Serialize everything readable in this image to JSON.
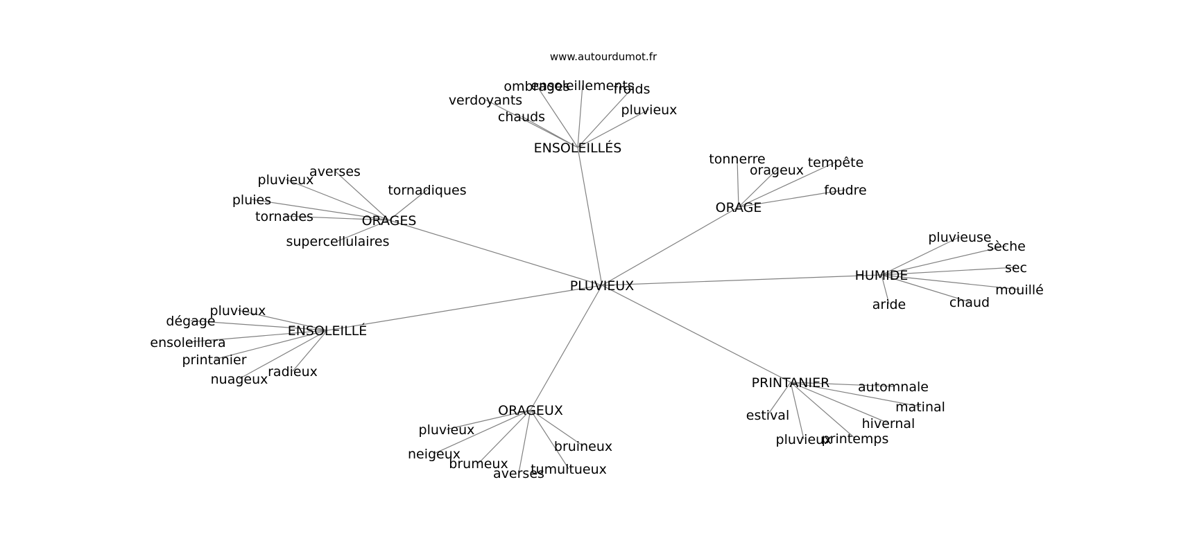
{
  "source": "www.autourdumot.fr",
  "center": {
    "label": "PLUVIEUX"
  },
  "clusters": [
    {
      "key": "ensoleilles",
      "label": "ENSOLEILLÉS",
      "leaves": [
        "verdoyants",
        "ombrages",
        "ensoleillements",
        "froids",
        "pluvieux",
        "chauds"
      ]
    },
    {
      "key": "orage",
      "label": "ORAGE",
      "leaves": [
        "tonnerre",
        "orageux",
        "tempête",
        "foudre"
      ]
    },
    {
      "key": "orages",
      "label": "ORAGES",
      "leaves": [
        "pluvieux",
        "averses",
        "tornadiques",
        "pluies",
        "tornades",
        "supercellulaires"
      ]
    },
    {
      "key": "humide",
      "label": "HUMIDE",
      "leaves": [
        "pluvieuse",
        "sèche",
        "sec",
        "mouillé",
        "chaud",
        "aride"
      ]
    },
    {
      "key": "ensoleille",
      "label": "ENSOLEILLÉ",
      "leaves": [
        "pluvieux",
        "dégage",
        "ensoleillera",
        "printanier",
        "nuageux",
        "radieux"
      ]
    },
    {
      "key": "printanier",
      "label": "PRINTANIER",
      "leaves": [
        "automnale",
        "matinal",
        "hivernal",
        "estival",
        "pluvieux",
        "printemps"
      ]
    },
    {
      "key": "orageux",
      "label": "ORAGEUX",
      "leaves": [
        "pluvieux",
        "neigeux",
        "brumeux",
        "averses",
        "tumultueux",
        "bruineux"
      ]
    }
  ]
}
